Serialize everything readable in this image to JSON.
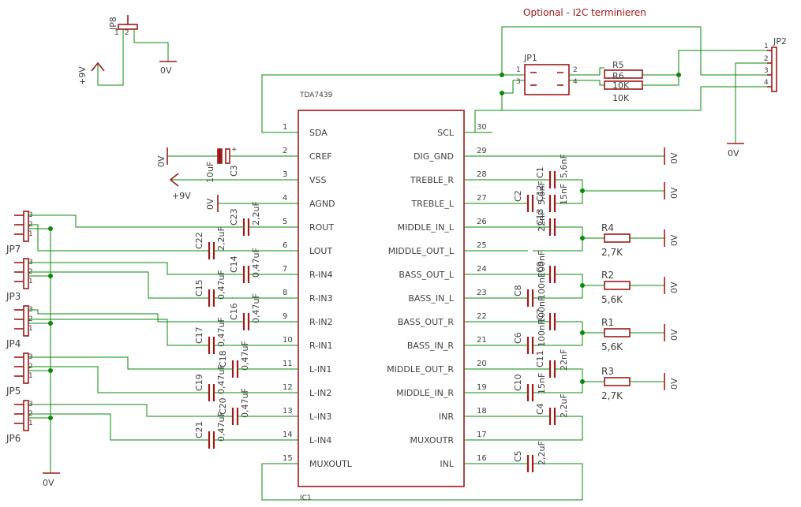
{
  "title": "Optional - I2C terminieren",
  "ic": {
    "name": "TDA7439",
    "ref": "IC1"
  },
  "ic_left_pins": [
    {
      "num": "1",
      "name": "SDA"
    },
    {
      "num": "2",
      "name": "CREF"
    },
    {
      "num": "3",
      "name": "VSS"
    },
    {
      "num": "4",
      "name": "AGND"
    },
    {
      "num": "5",
      "name": "ROUT"
    },
    {
      "num": "6",
      "name": "LOUT"
    },
    {
      "num": "7",
      "name": "R-IN4"
    },
    {
      "num": "8",
      "name": "R-IN3"
    },
    {
      "num": "9",
      "name": "R-IN2"
    },
    {
      "num": "10",
      "name": "R-IN1"
    },
    {
      "num": "11",
      "name": "L-IN1"
    },
    {
      "num": "12",
      "name": "L-IN2"
    },
    {
      "num": "13",
      "name": "L-IN3"
    },
    {
      "num": "14",
      "name": "L-IN4"
    },
    {
      "num": "15",
      "name": "MUXOUTL"
    }
  ],
  "ic_right_pins": [
    {
      "num": "30",
      "name": "SCL"
    },
    {
      "num": "29",
      "name": "DIG_GND"
    },
    {
      "num": "28",
      "name": "TREBLE_R"
    },
    {
      "num": "27",
      "name": "TREBLE_L"
    },
    {
      "num": "26",
      "name": "MIDDLE_IN_L"
    },
    {
      "num": "25",
      "name": "MIDDLE_OUT_L"
    },
    {
      "num": "24",
      "name": "BASS_OUT_L"
    },
    {
      "num": "23",
      "name": "BASS_IN_L"
    },
    {
      "num": "22",
      "name": "BASS_OUT_R"
    },
    {
      "num": "21",
      "name": "BASS_IN_R"
    },
    {
      "num": "20",
      "name": "MIDDLE_OUT_R"
    },
    {
      "num": "19",
      "name": "MIDDLE_IN_R"
    },
    {
      "num": "18",
      "name": "INR"
    },
    {
      "num": "17",
      "name": "MUXOUTR"
    },
    {
      "num": "16",
      "name": "INL"
    }
  ],
  "supply": {
    "plus9v": "+9V",
    "gnd": "0V"
  },
  "jp8": {
    "ref": "JP8",
    "pins": [
      "1",
      "2"
    ]
  },
  "jp1": {
    "ref": "JP1",
    "pins": [
      "1",
      "2",
      "3",
      "4"
    ]
  },
  "jp2": {
    "ref": "JP2",
    "pins": [
      "1",
      "2",
      "3",
      "4"
    ]
  },
  "r5": {
    "ref": "R5",
    "value": "10K"
  },
  "r6": {
    "ref": "R6",
    "value": "10K"
  },
  "c3": {
    "ref": "C3",
    "value": "10uF"
  },
  "left_jumpers": [
    {
      "ref": "JP7",
      "pins": [
        "3",
        "2",
        "1"
      ]
    },
    {
      "ref": "JP3",
      "pins": [
        "3",
        "2",
        "1"
      ]
    },
    {
      "ref": "JP4",
      "pins": [
        "3",
        "2",
        "1"
      ]
    },
    {
      "ref": "JP5",
      "pins": [
        "3",
        "2",
        "1"
      ]
    },
    {
      "ref": "JP6",
      "pins": [
        "3",
        "2",
        "1"
      ]
    }
  ],
  "left_caps": [
    {
      "ref": "C23",
      "value": "2,2uF"
    },
    {
      "ref": "C22",
      "value": "2,2uF"
    },
    {
      "ref": "C14",
      "value": "0,47uF"
    },
    {
      "ref": "C15",
      "value": "0,47uF"
    },
    {
      "ref": "C16",
      "value": "0,47uF"
    },
    {
      "ref": "C17",
      "value": "0,47uF"
    },
    {
      "ref": "C18",
      "value": "0,47uF"
    },
    {
      "ref": "C19",
      "value": "0,47uF"
    },
    {
      "ref": "C20",
      "value": "0,47uF"
    },
    {
      "ref": "C21",
      "value": "0,47uF"
    }
  ],
  "right_caps": [
    {
      "ref": "C1",
      "value": "5,6nF"
    },
    {
      "ref": "C2",
      "value": "5,6nF"
    },
    {
      "ref": "C12",
      "value": "15nF"
    },
    {
      "ref": "C13",
      "value": "22nF"
    },
    {
      "ref": "C9",
      "value": "100nF"
    },
    {
      "ref": "C8",
      "value": "100nF"
    },
    {
      "ref": "C7",
      "value": "100nF"
    },
    {
      "ref": "C6",
      "value": "100nF"
    },
    {
      "ref": "C11",
      "value": "22nF"
    },
    {
      "ref": "C10",
      "value": "15nF"
    },
    {
      "ref": "C4",
      "value": "2,2uF"
    },
    {
      "ref": "C5",
      "value": "2,2uF"
    }
  ],
  "right_resistors": [
    {
      "ref": "R4",
      "value": "2,7K"
    },
    {
      "ref": "R2",
      "value": "5,6K"
    },
    {
      "ref": "R1",
      "value": "5,6K"
    },
    {
      "ref": "R3",
      "value": "2,7K"
    }
  ]
}
